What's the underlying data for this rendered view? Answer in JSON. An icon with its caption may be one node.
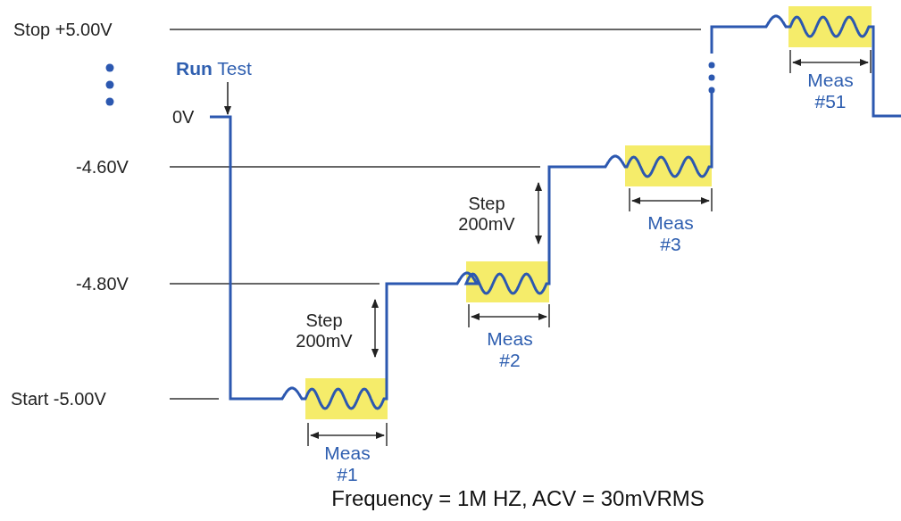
{
  "diagram": {
    "caption": "Frequency = 1M HZ, ACV = 30mVRMS",
    "labels": [
      "Stop +5.00V",
      "**Run** Test",
      "Meas #51",
      "0V",
      "-4.60V",
      "Step 200mV",
      "Meas #3",
      "-4.80V",
      "Meas #2",
      "Step 200mV",
      "Start -5.00V",
      "Meas #1"
    ]
  }
}
